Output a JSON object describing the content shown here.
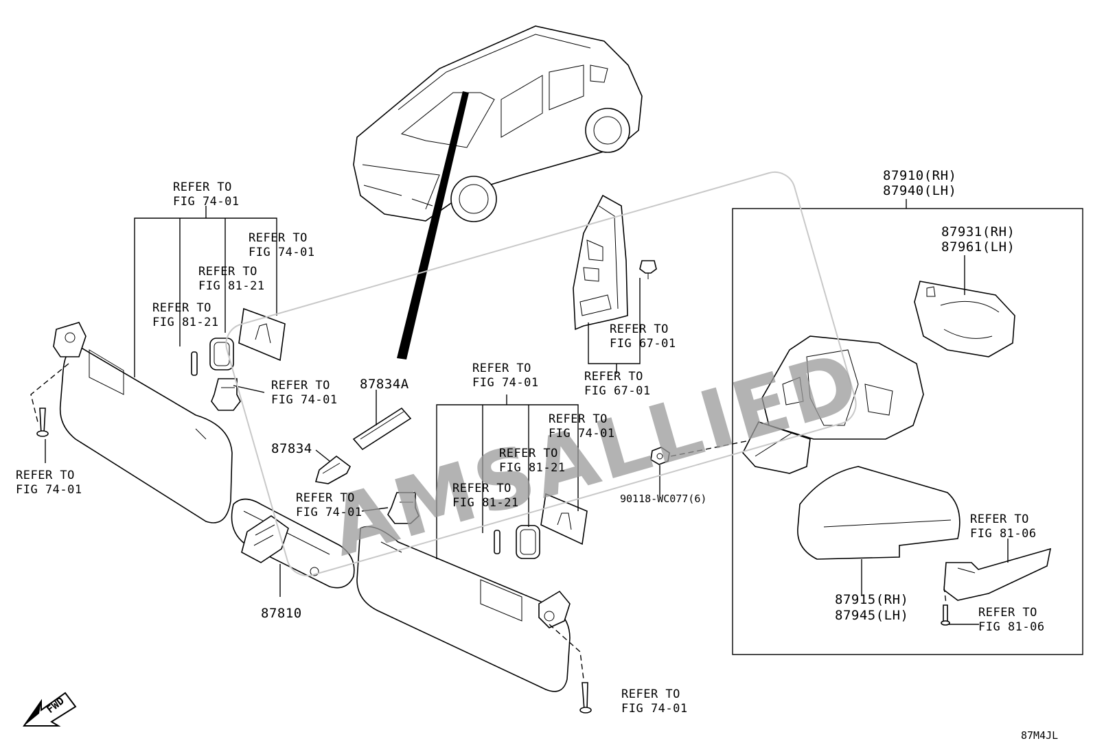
{
  "watermark": "AMSALLIED",
  "diagram_code": "87M4JL",
  "fwd_label": "FWD",
  "parts": {
    "p87834A": "87834A",
    "p87834": "87834",
    "p87810": "87810",
    "assembly_rh": "87910(RH)",
    "assembly_lh": "87940(LH)",
    "glass_rh": "87931(RH)",
    "glass_lh": "87961(LH)",
    "cover_rh": "87915(RH)",
    "cover_lh": "87945(LH)",
    "nut": "90118-WC077(6)"
  },
  "refs": {
    "refer_to": "REFER TO",
    "fig_74_01": "FIG 74-01",
    "fig_81_21": "FIG 81-21",
    "fig_67_01": "FIG 67-01",
    "fig_81_06": "FIG 81-06"
  }
}
